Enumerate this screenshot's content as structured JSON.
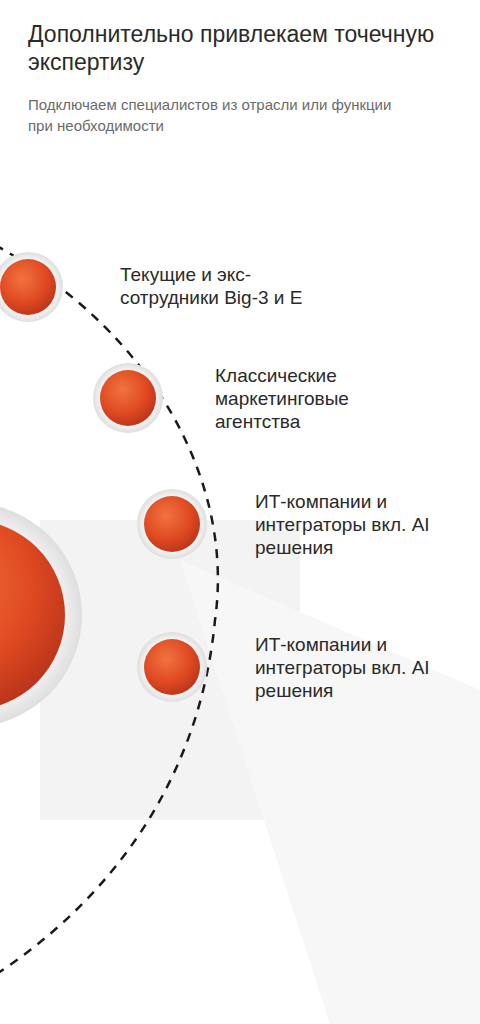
{
  "diagram": {
    "title": "Дополнительно привлекаем точечную экспертизу",
    "caption": "Подключаем специалистов из отрасли или функции при необходимости",
    "nodes": [
      {
        "text": [
          "Текущие и экс- сотрудники Big-3 и E"
        ]
      },
      {
        "text": [
          "Классические маркетинговые агентства"
        ]
      },
      {
        "text": [
          "ИТ-компании и интеграторы вкл. AI решения"
        ]
      },
      {
        "text": [
          "ИТ-компании и интеграторы вкл. AI решения"
        ]
      }
    ]
  }
}
